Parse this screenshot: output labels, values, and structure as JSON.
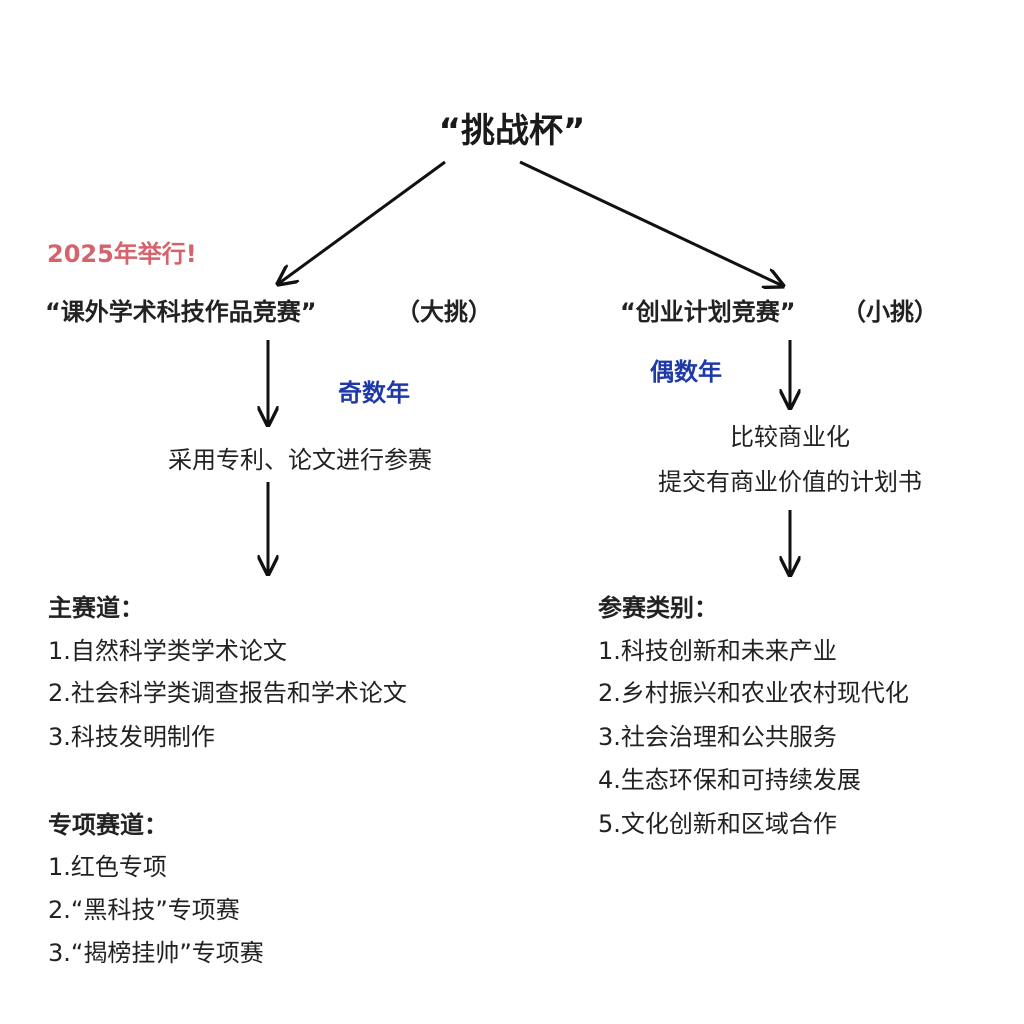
{
  "title": "“挑战杯”",
  "note": "2025年举行!",
  "left": {
    "heading": "“课外学术科技作品竞赛”",
    "tag": "（大挑）",
    "year": "奇数年",
    "method": "采用专利、论文进行参赛",
    "main_track": {
      "label": "主赛道：",
      "items": [
        "1.自然科学类学术论文",
        "2.社会科学类调查报告和学术论文",
        "3.科技发明制作"
      ]
    },
    "special_track": {
      "label": "专项赛道：",
      "items": [
        "1.红色专项",
        "2.“黑科技”专项赛",
        "3.“揭榜挂帅”专项赛"
      ]
    }
  },
  "right": {
    "heading": "“创业计划竞赛”",
    "tag": "（小挑）",
    "year": "偶数年",
    "desc_line1": "比较商业化",
    "desc_line2": "提交有商业价值的计划书",
    "categories": {
      "label": "参赛类别：",
      "items": [
        "1.科技创新和未来产业",
        "2.乡村振兴和农业农村现代化",
        "3.社会治理和公共服务",
        "4.生态环保和可持续发展",
        "5.文化创新和区域合作"
      ]
    }
  },
  "colors": {
    "note": "#d5636b",
    "year": "#1f3aa8"
  }
}
